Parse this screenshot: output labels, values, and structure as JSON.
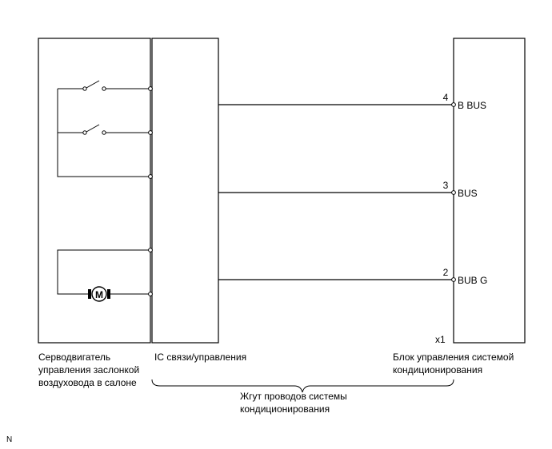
{
  "servo": {
    "label_lines": [
      "Серводвигатель",
      "управления заслонкой",
      "воздуховода в салоне"
    ],
    "motor_symbol": "M",
    "icon": "motor-icon"
  },
  "ic": {
    "label": "IC связи/управления"
  },
  "controller": {
    "connector": "x1",
    "label_lines": [
      "Блок управления системой",
      "кондиционирования"
    ]
  },
  "connections": [
    {
      "pin": "4",
      "signal": "B BUS"
    },
    {
      "pin": "3",
      "signal": "BUS"
    },
    {
      "pin": "2",
      "signal": "BUB G"
    }
  ],
  "harness": {
    "label_lines": [
      "Жгут проводов системы",
      "кондиционирования"
    ]
  },
  "corner_mark": "N"
}
